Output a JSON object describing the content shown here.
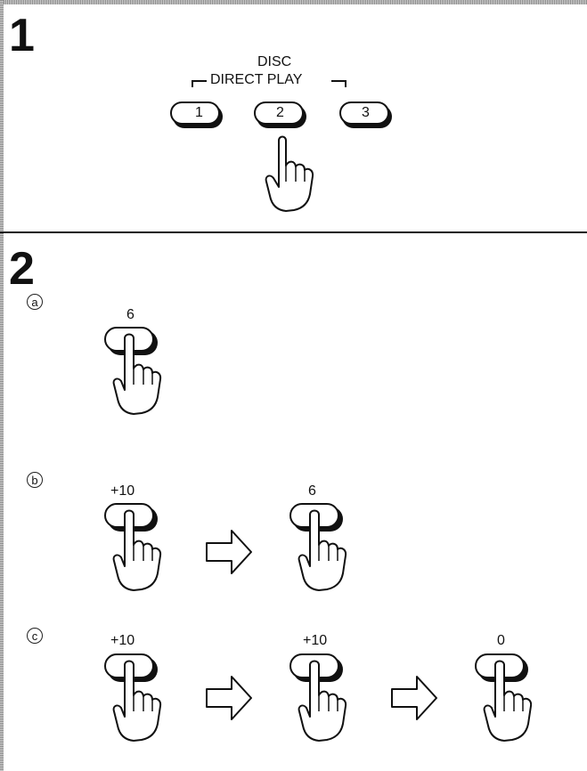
{
  "step1": {
    "number": "1",
    "title_line1": "DISC",
    "title_line2": "DIRECT PLAY",
    "buttons": [
      "1",
      "2",
      "3"
    ]
  },
  "step2": {
    "number": "2",
    "rows": [
      {
        "marker": "a",
        "labels": [
          "6"
        ]
      },
      {
        "marker": "b",
        "labels": [
          "+10",
          "6"
        ]
      },
      {
        "marker": "c",
        "labels": [
          "+10",
          "+10",
          "0"
        ]
      }
    ]
  },
  "icons": [
    "hand-press-icon",
    "arrow-right-icon"
  ]
}
